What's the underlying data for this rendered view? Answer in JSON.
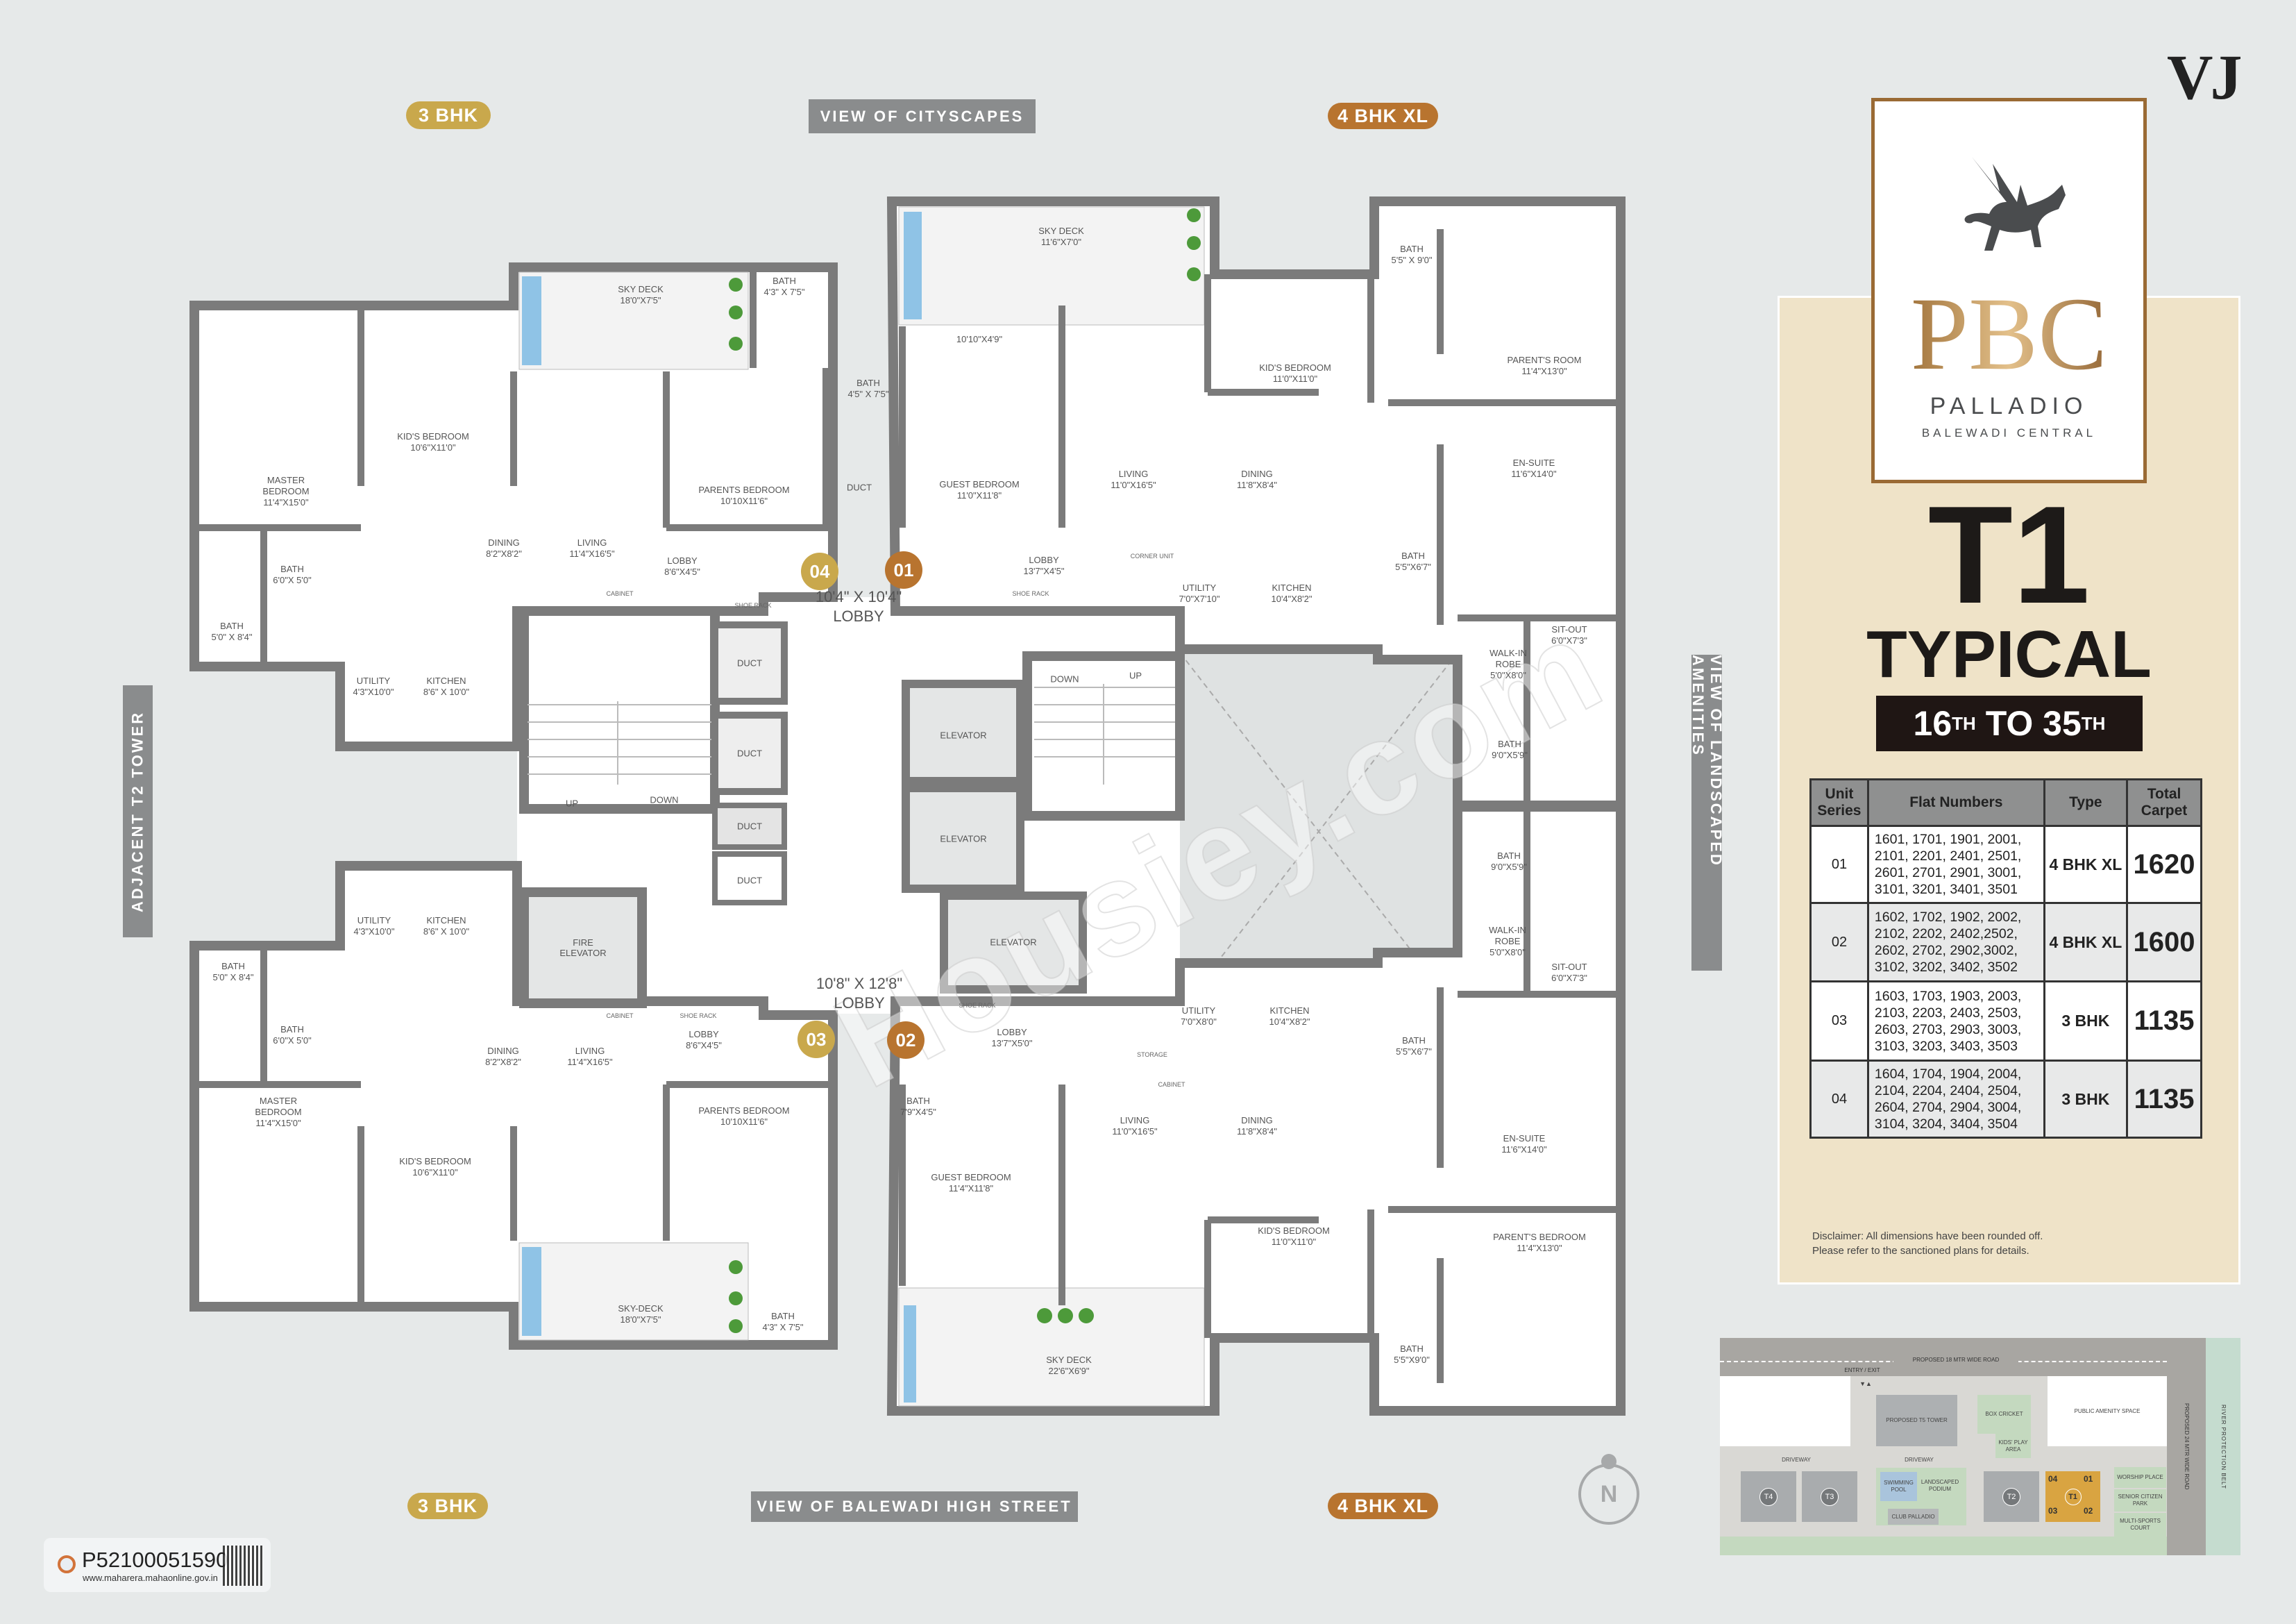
{
  "labels": {
    "top_left_type": "3 BHK",
    "top_view": "VIEW OF CITYSCAPES",
    "top_right_type": "4 BHK XL",
    "bottom_left_type": "3 BHK",
    "bottom_view": "VIEW OF BALEWADI HIGH STREET",
    "bottom_right_type": "4 BHK XL",
    "left_view": "ADJACENT T2 TOWER",
    "right_view": "VIEW OF LANDSCAPED AMENITIES",
    "north": "N",
    "watermark": "Housiey.com"
  },
  "colors": {
    "gold": "#c9a84c",
    "bronze": "#b8742f",
    "wall": "#7b7b7b",
    "panel": "#efe3c8",
    "tower_highlight": "#d9a441"
  },
  "plan": {
    "rooms": [
      {
        "name": "SKY DECK",
        "size": "18'0\"X7'5\""
      },
      {
        "name": "BATH",
        "size": "4'3\" X 7'5\""
      },
      {
        "name": "BATH",
        "size": "4'5\" X 7'5\""
      },
      {
        "name": "KID'S BEDROOM",
        "size": "10'6\"X11'0\""
      },
      {
        "name": "MASTER BEDROOM",
        "size": "11'4\"X15'0\""
      },
      {
        "name": "PARENTS BEDROOM",
        "size": "10'10X11'6\""
      },
      {
        "name": "DINING",
        "size": "8'2\"X8'2\""
      },
      {
        "name": "LIVING",
        "size": "11'4\"X16'5\""
      },
      {
        "name": "LOBBY",
        "size": "8'6\"X4'5\""
      },
      {
        "name": "BATH",
        "size": "6'0\"X 5'0\""
      },
      {
        "name": "BATH",
        "size": "5'0\" X 8'4\""
      },
      {
        "name": "UTILITY",
        "size": "4'3\"X10'0\""
      },
      {
        "name": "KITCHEN",
        "size": "8'6\" X 10'0\""
      },
      {
        "name": "SKY DECK",
        "size": "11'6\"X7'0\""
      },
      {
        "name": "",
        "size": "10'10\"X4'9\""
      },
      {
        "name": "BATH",
        "size": "5'5\" X 9'0\""
      },
      {
        "name": "KID'S BEDROOM",
        "size": "11'0\"X11'0\""
      },
      {
        "name": "PARENT'S ROOM",
        "size": "11'4\"X13'0\""
      },
      {
        "name": "GUEST BEDROOM",
        "size": "11'0\"X11'8\""
      },
      {
        "name": "LIVING",
        "size": "11'0\"X16'5\""
      },
      {
        "name": "DINING",
        "size": "11'8\"X8'4\""
      },
      {
        "name": "EN-SUITE",
        "size": "11'6\"X14'0\""
      },
      {
        "name": "BATH",
        "size": "5'5\"X6'7\""
      },
      {
        "name": "LOBBY",
        "size": "13'7\"X4'5\""
      },
      {
        "name": "UTILITY",
        "size": "7'0\"X7'10\""
      },
      {
        "name": "KITCHEN",
        "size": "10'4\"X8'2\""
      },
      {
        "name": "SIT-OUT",
        "size": "6'0\"X7'3\""
      },
      {
        "name": "WALK-IN ROBE",
        "size": "5'0\"X8'0\""
      },
      {
        "name": "BATH",
        "size": "9'0\"X5'9\""
      },
      {
        "name": "BATH",
        "size": "9'0\"X5'9\""
      },
      {
        "name": "WALK-IN ROBE",
        "size": "5'0\"X8'0\""
      },
      {
        "name": "SIT-OUT",
        "size": "6'0\"X7'3\""
      },
      {
        "name": "UTILITY",
        "size": "4'3\"X10'0\""
      },
      {
        "name": "KITCHEN",
        "size": "8'6\" X 10'0\""
      },
      {
        "name": "BATH",
        "size": "5'0\" X 8'4\""
      },
      {
        "name": "BATH",
        "size": "6'0\"X 5'0\""
      },
      {
        "name": "LOBBY",
        "size": "8'6\"X4'5\""
      },
      {
        "name": "DINING",
        "size": "8'2\"X8'2\""
      },
      {
        "name": "LIVING",
        "size": "11'4\"X16'5\""
      },
      {
        "name": "MASTER BEDROOM",
        "size": "11'4\"X15'0\""
      },
      {
        "name": "PARENTS BEDROOM",
        "size": "10'10X11'6\""
      },
      {
        "name": "KID'S BEDROOM",
        "size": "10'6\"X11'0\""
      },
      {
        "name": "SKY-DECK",
        "size": "18'0\"X7'5\""
      },
      {
        "name": "BATH",
        "size": "4'3\" X 7'5\""
      },
      {
        "name": "UTILITY",
        "size": "7'0\"X8'0\""
      },
      {
        "name": "KITCHEN",
        "size": "10'4\"X8'2\""
      },
      {
        "name": "LOBBY",
        "size": "13'7\"X5'0\""
      },
      {
        "name": "BATH",
        "size": "5'5\"X6'7\""
      },
      {
        "name": "BATH",
        "size": "7'9\"X4'5\""
      },
      {
        "name": "LIVING",
        "size": "11'0\"X16'5\""
      },
      {
        "name": "DINING",
        "size": "11'8\"X8'4\""
      },
      {
        "name": "EN-SUITE",
        "size": "11'6\"X14'0\""
      },
      {
        "name": "GUEST BEDROOM",
        "size": "11'4\"X11'8\""
      },
      {
        "name": "KID'S BEDROOM",
        "size": "11'0\"X11'0\""
      },
      {
        "name": "PARENT'S BEDROOM",
        "size": "11'4\"X13'0\""
      },
      {
        "name": "BATH",
        "size": "5'5\"X9'0\""
      },
      {
        "name": "SKY DECK",
        "size": "22'6\"X6'9\""
      }
    ],
    "lobbies": [
      {
        "size": "10'4\" X 10'4\"",
        "name": "LOBBY"
      },
      {
        "size": "10'8\" X 12'8\"",
        "name": "LOBBY"
      }
    ],
    "core": {
      "duct": "DUCT",
      "up": "UP",
      "down": "DOWN",
      "elevator": "ELEVATOR",
      "fire_elevator": "FIRE ELEVATOR"
    },
    "fixtures": {
      "cabinet": "CABINET",
      "shoe_rack": "SHOE RACK",
      "corner_unit": "CORNER UNIT",
      "storage": "STORAGE"
    },
    "unit_badges": [
      "04",
      "01",
      "03",
      "02"
    ]
  },
  "brand": {
    "developer_logo": "VJ",
    "project_logo": "PBC",
    "project_name": "PALLADIO",
    "project_location": "BALEWADI CENTRAL"
  },
  "panel": {
    "tower": "T1",
    "plan_type": "TYPICAL",
    "floors_from": "16",
    "floors_from_suffix": "TH",
    "floors_to_word": "TO",
    "floors_to": "35",
    "floors_to_suffix": "TH"
  },
  "table": {
    "headers": [
      "Unit Series",
      "Flat Numbers",
      "Type",
      "Total Carpet"
    ],
    "rows": [
      {
        "series": "01",
        "flats": "1601, 1701, 1901, 2001, 2101, 2201, 2401, 2501, 2601, 2701, 2901, 3001, 3101, 3201, 3401, 3501",
        "type": "4 BHK XL",
        "carpet": "1620"
      },
      {
        "series": "02",
        "flats": "1602, 1702, 1902, 2002, 2102, 2202, 2402,2502, 2602, 2702, 2902,3002, 3102, 3202, 3402, 3502",
        "type": "4 BHK XL",
        "carpet": "1600"
      },
      {
        "series": "03",
        "flats": "1603, 1703, 1903, 2003, 2103, 2203, 2403, 2503, 2603, 2703, 2903, 3003, 3103, 3203, 3403, 3503",
        "type": "3 BHK",
        "carpet": "1135"
      },
      {
        "series": "04",
        "flats": "1604, 1704, 1904, 2004, 2104, 2204, 2404, 2504, 2604, 2704, 2904, 3004, 3104, 3204, 3404, 3504",
        "type": "3 BHK",
        "carpet": "1135"
      }
    ],
    "disclaimer_1": "Disclaimer: All dimensions have been rounded off.",
    "disclaimer_2": "Please refer to the sanctioned plans for details."
  },
  "site_plan": {
    "road_top": "PROPOSED 18 MTR WIDE ROAD",
    "entry": "ENTRY / EXIT",
    "road_right": "PROPOSED 24 MTR WIDE ROAD",
    "river": "RIVER PROTECTION BELT",
    "t5": "PROPOSED T5 TOWER",
    "box_cricket": "BOX CRICKET",
    "kids_play": "KIDS' PLAY AREA",
    "public_amenity": "PUBLIC AMENITY SPACE",
    "driveway_1": "DRIVEWAY",
    "driveway_2": "DRIVEWAY",
    "pool": "SWIMMING POOL",
    "podium": "LANDSCAPED PODIUM",
    "club": "CLUB PALLADIO",
    "worship": "WORSHIP PLACE",
    "senior": "SENIOR CITIZEN PARK",
    "sports": "MULTI-SPORTS COURT",
    "towers": [
      "T4",
      "T3",
      "T2",
      "T1"
    ],
    "t1_units": [
      "04",
      "01",
      "03",
      "02"
    ]
  },
  "rera": {
    "number": "P52100051590",
    "url": "www.maharera.mahaonline.gov.in"
  }
}
